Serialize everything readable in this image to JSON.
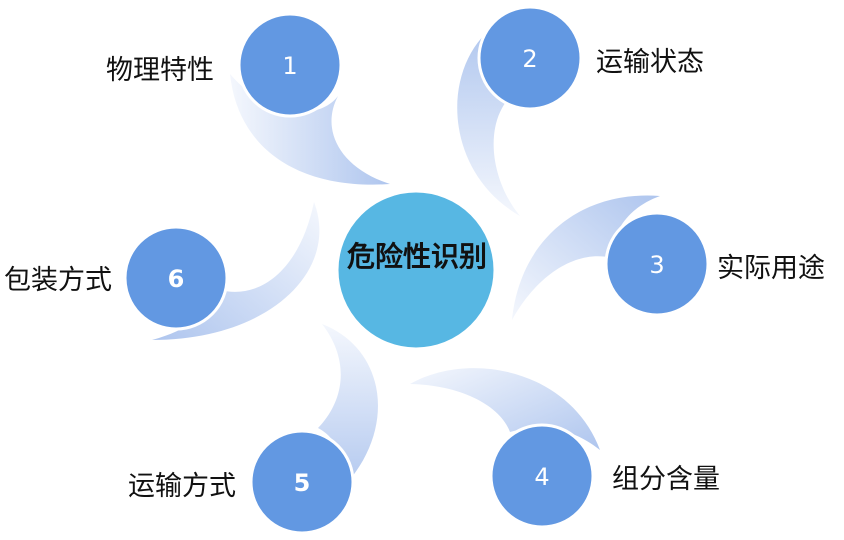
{
  "diagram": {
    "center": {
      "text": "危险性识别"
    },
    "nodes": [
      {
        "number": "1",
        "label": "物理特性"
      },
      {
        "number": "2",
        "label": "运输状态"
      },
      {
        "number": "3",
        "label": "实际用途"
      },
      {
        "number": "4",
        "label": "组分含量"
      },
      {
        "number": "5",
        "label": "运输方式"
      },
      {
        "number": "6",
        "label": "包装方式"
      }
    ],
    "colors": {
      "node_fill": "#6298e2",
      "center_fill": "#57b7e3",
      "swirl_light": "#f3f6fd",
      "swirl_dark": "#b1c7ee"
    }
  }
}
